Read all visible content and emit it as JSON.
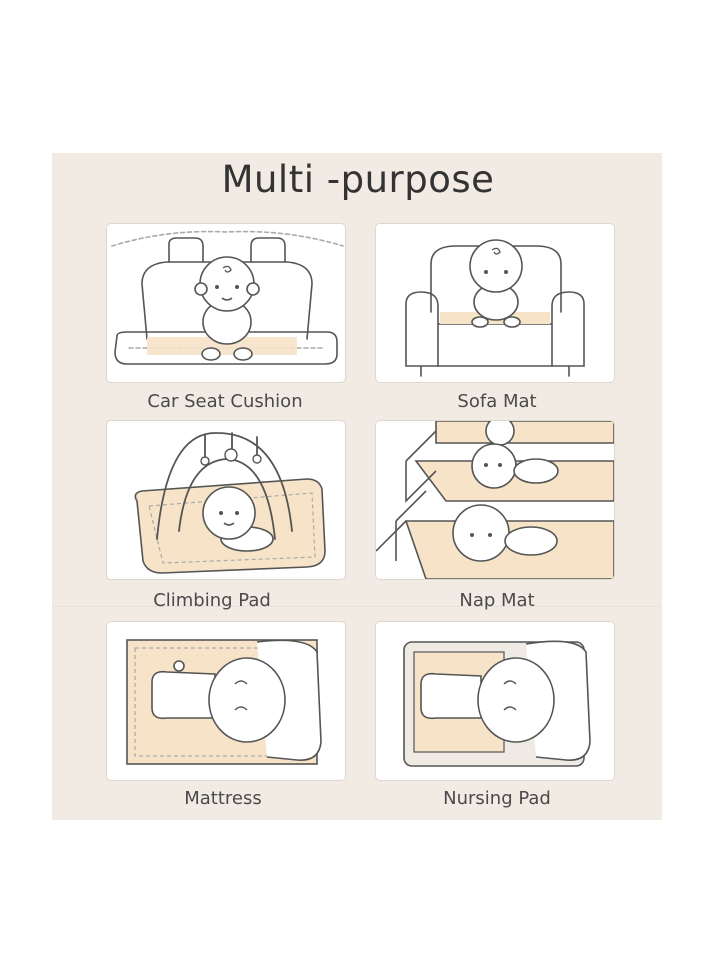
{
  "title": "Multi -purpose",
  "accent_color": "#f6e3c8",
  "items": [
    {
      "label": "Car Seat Cushion",
      "icon": "car-seat-illustration"
    },
    {
      "label": "Sofa Mat",
      "icon": "sofa-illustration"
    },
    {
      "label": "Climbing Pad",
      "icon": "play-gym-illustration"
    },
    {
      "label": "Nap Mat",
      "icon": "nap-mat-illustration"
    },
    {
      "label": "Mattress",
      "icon": "mattress-illustration"
    },
    {
      "label": "Nursing Pad",
      "icon": "nursing-pad-illustration"
    }
  ]
}
